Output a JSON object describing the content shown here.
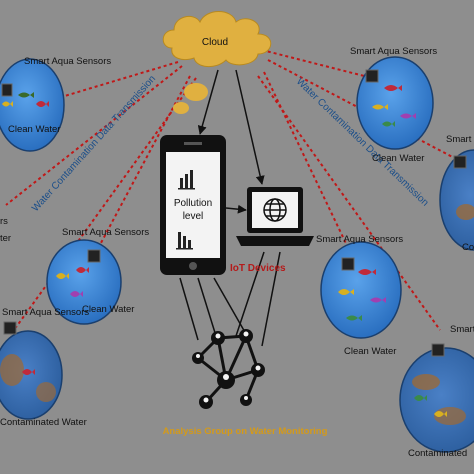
{
  "cloud": {
    "label": "Cloud",
    "color": "#e0b040"
  },
  "sensors": [
    {
      "id": "s1",
      "label": "Smart Aqua Sensors",
      "status": "Clean Water"
    },
    {
      "id": "s2",
      "label": "Smart Aqua Sensors",
      "status": "Clean Water"
    },
    {
      "id": "s3",
      "label": "Smart Aqua Sensors",
      "status": "Clean Water"
    },
    {
      "id": "s4",
      "label": "Smart Aqua Sensors",
      "status": "Clean Water"
    },
    {
      "id": "s5",
      "label": "Smart Aqua Sensors",
      "status": "Contaminated Water"
    },
    {
      "id": "s6",
      "label": "Smart",
      "status": "Contaminated"
    },
    {
      "id": "s7",
      "label": "Smart",
      "status": "Co"
    },
    {
      "id": "s8",
      "label": "rs",
      "status": "ter"
    }
  ],
  "transmission": {
    "left": "Water Contamination Data Transmission",
    "right": "Water Contamination Data Transmission"
  },
  "phone": {
    "line1": "Pollution",
    "line2": "level"
  },
  "iot_label": "IoT Devices",
  "analysis_label": "Analysis Group on Water Monitoring",
  "colors": {
    "background": "#8e8e8e",
    "water_clean": "#3f88d8",
    "water_contaminated": "#3a6fb8",
    "dotted_link": "#c01818",
    "transmission_text": "#1c4f8a",
    "iot_text": "#b51a1a",
    "analysis_text": "#d49a1a"
  }
}
